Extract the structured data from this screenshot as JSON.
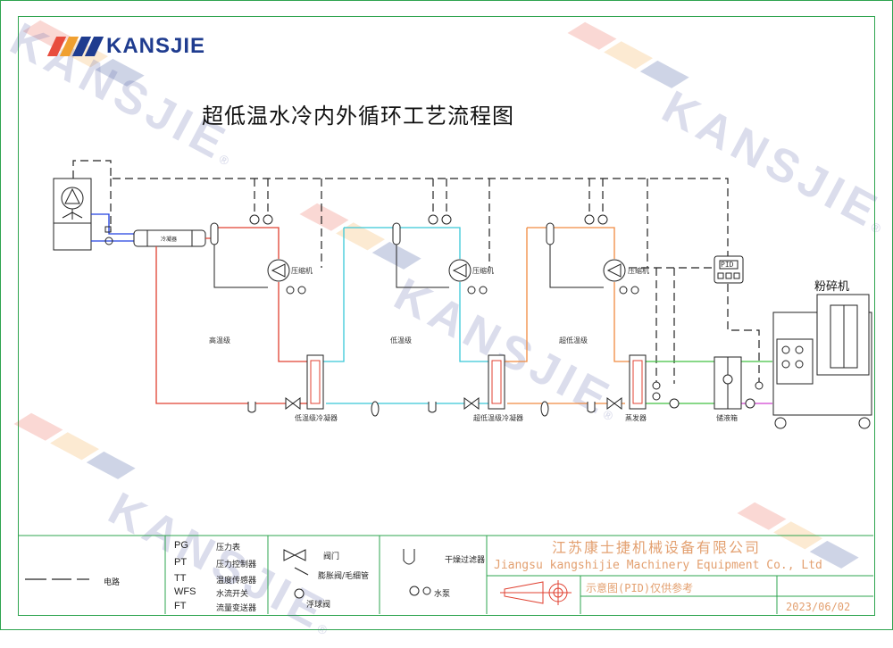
{
  "logo": {
    "text": "KANSJIE",
    "bar_colors": [
      "#e84c3d",
      "#f0a030",
      "#1f3c8f",
      "#1f3c8f"
    ]
  },
  "title": "超低温水冷内外循环工艺流程图",
  "watermark": {
    "text": "KANSJIE",
    "registered": "®"
  },
  "stages": {
    "high": "高温级",
    "low": "低温级",
    "ultra": "超低温级"
  },
  "components": {
    "crusher": "粉碎机",
    "water_condenser": "冷凝器",
    "compressor_1": "压缩机",
    "compressor_2": "压缩机",
    "compressor_3": "压缩机",
    "low_condenser": "低温级冷凝器",
    "ultra_condenser": "超低温级冷凝器",
    "evaporator": "蒸发器",
    "tank": "储液箱",
    "controller": "PID"
  },
  "legend": {
    "wire_label": "电路",
    "items": [
      {
        "abbr": "PG",
        "name": "压力表"
      },
      {
        "abbr": "PT",
        "name": "压力控制器"
      },
      {
        "abbr": "TT",
        "name": "温度传感器"
      },
      {
        "abbr": "WFS",
        "name": "水流开关"
      },
      {
        "abbr": "FT",
        "name": "流量变送器"
      }
    ],
    "symbols": {
      "valve": "阀门",
      "expansion_valve": "膨胀阀/毛细管",
      "float_valve": "浮球阀",
      "filter": "干燥过滤器",
      "pump": "水泵"
    }
  },
  "title_block": {
    "company_cn": "江苏康士捷机械设备有限公司",
    "company_en": "Jiangsu kangshijie Machinery Equipment Co., Ltd",
    "note": "示意图(PID)仅供参考",
    "date": "2023/06/02"
  },
  "colors": {
    "red_line": "#e04030",
    "cyan_line": "#38c8d8",
    "orange_line": "#f08a40",
    "green_line": "#40c040",
    "magenta_line": "#d040d0",
    "blue_line": "#2040e0",
    "frame": "#2ea44f",
    "company": "#e3a070"
  }
}
